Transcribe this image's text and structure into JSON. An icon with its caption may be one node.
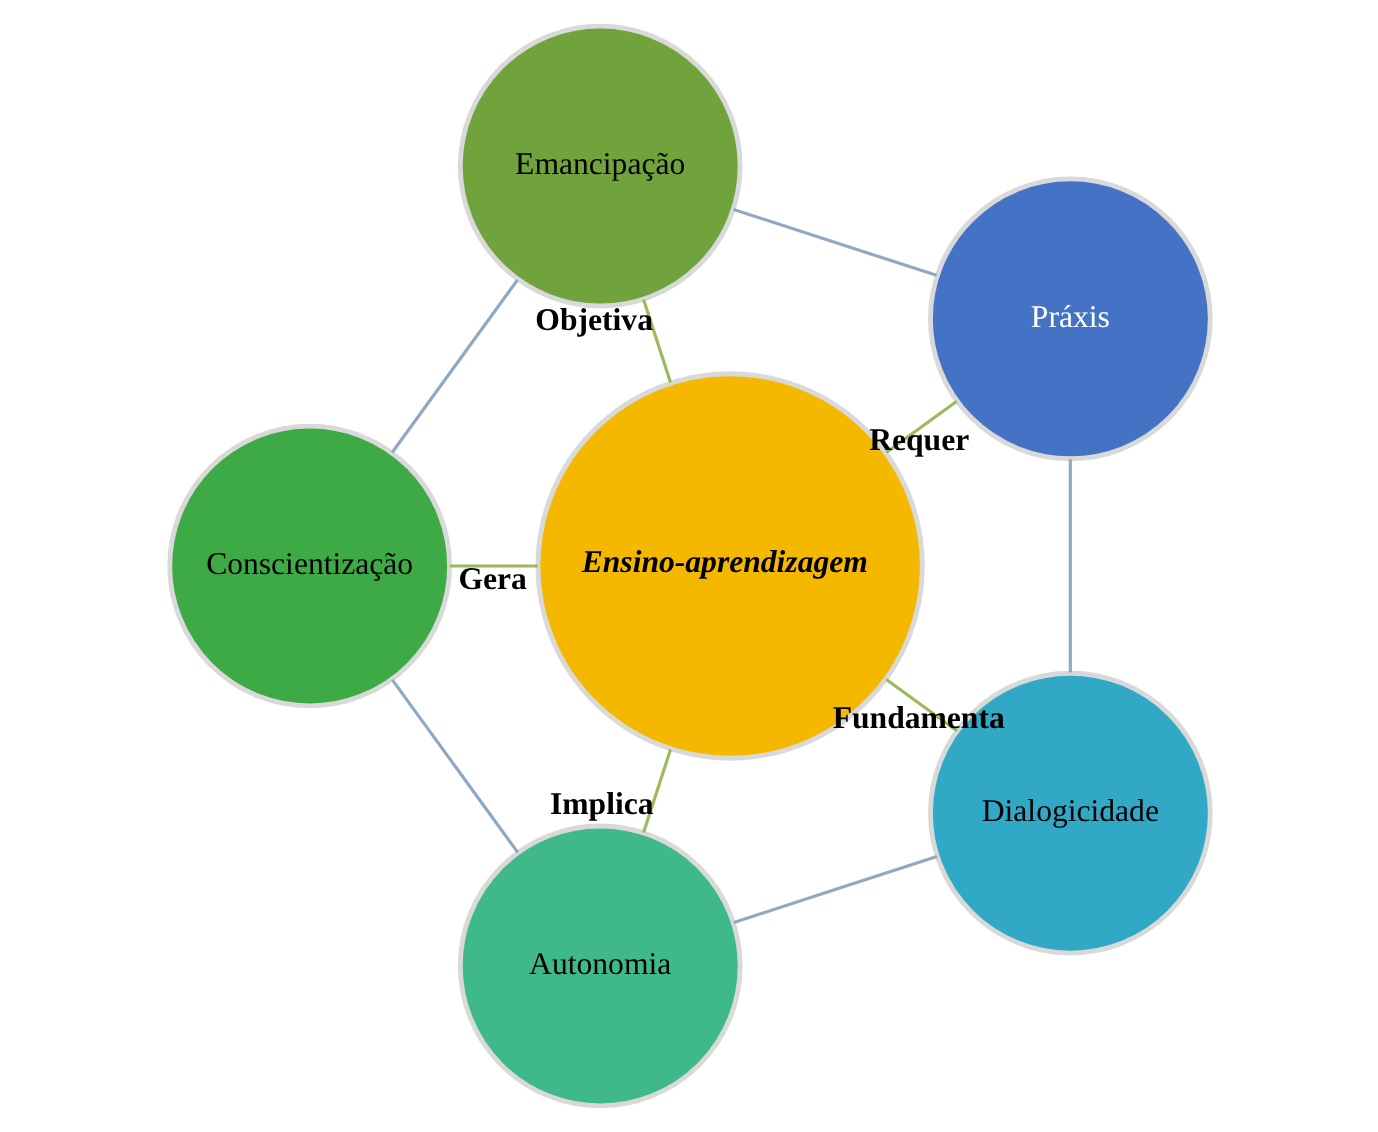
{
  "diagram": {
    "nodes": [
      {
        "text": [
          "Práxis"
        ]
      },
      {
        "text": [
          "Emancipação"
        ]
      },
      {
        "text": [
          "Dialogicidade"
        ]
      },
      {
        "text": [
          "Ensino-aprendizagem"
        ]
      },
      {
        "text": [
          "Conscientização"
        ]
      },
      {
        "text": [
          "Autonomia"
        ]
      }
    ],
    "edges": [
      {
        "from": 3,
        "to": 0,
        "arrow": "none",
        "label": "Requer",
        "color": "#9bbb59"
      },
      {
        "from": 3,
        "to": 2,
        "arrow": "none",
        "label": "Fundamenta",
        "color": "#9bbb59"
      },
      {
        "from": 3,
        "to": 5,
        "arrow": "none",
        "label": "Implica",
        "color": "#9bbb59"
      },
      {
        "from": 3,
        "to": 4,
        "arrow": "none",
        "label": "Gera",
        "color": "#9bbb59"
      },
      {
        "from": 3,
        "to": 1,
        "arrow": "none",
        "label": "Objetiva",
        "color": "#9bbb59"
      },
      {
        "from": 0,
        "to": 2,
        "arrow": "none",
        "color": "#8fa9c4"
      },
      {
        "from": 2,
        "to": 5,
        "arrow": "none",
        "color": "#8fa9c4"
      },
      {
        "from": 5,
        "to": 4,
        "arrow": "none",
        "color": "#8fa9c4"
      },
      {
        "from": 4,
        "to": 1,
        "arrow": "none",
        "color": "#8fa9c4"
      },
      {
        "from": 1,
        "to": 0,
        "arrow": "none",
        "color": "#8fa9c4"
      }
    ]
  }
}
